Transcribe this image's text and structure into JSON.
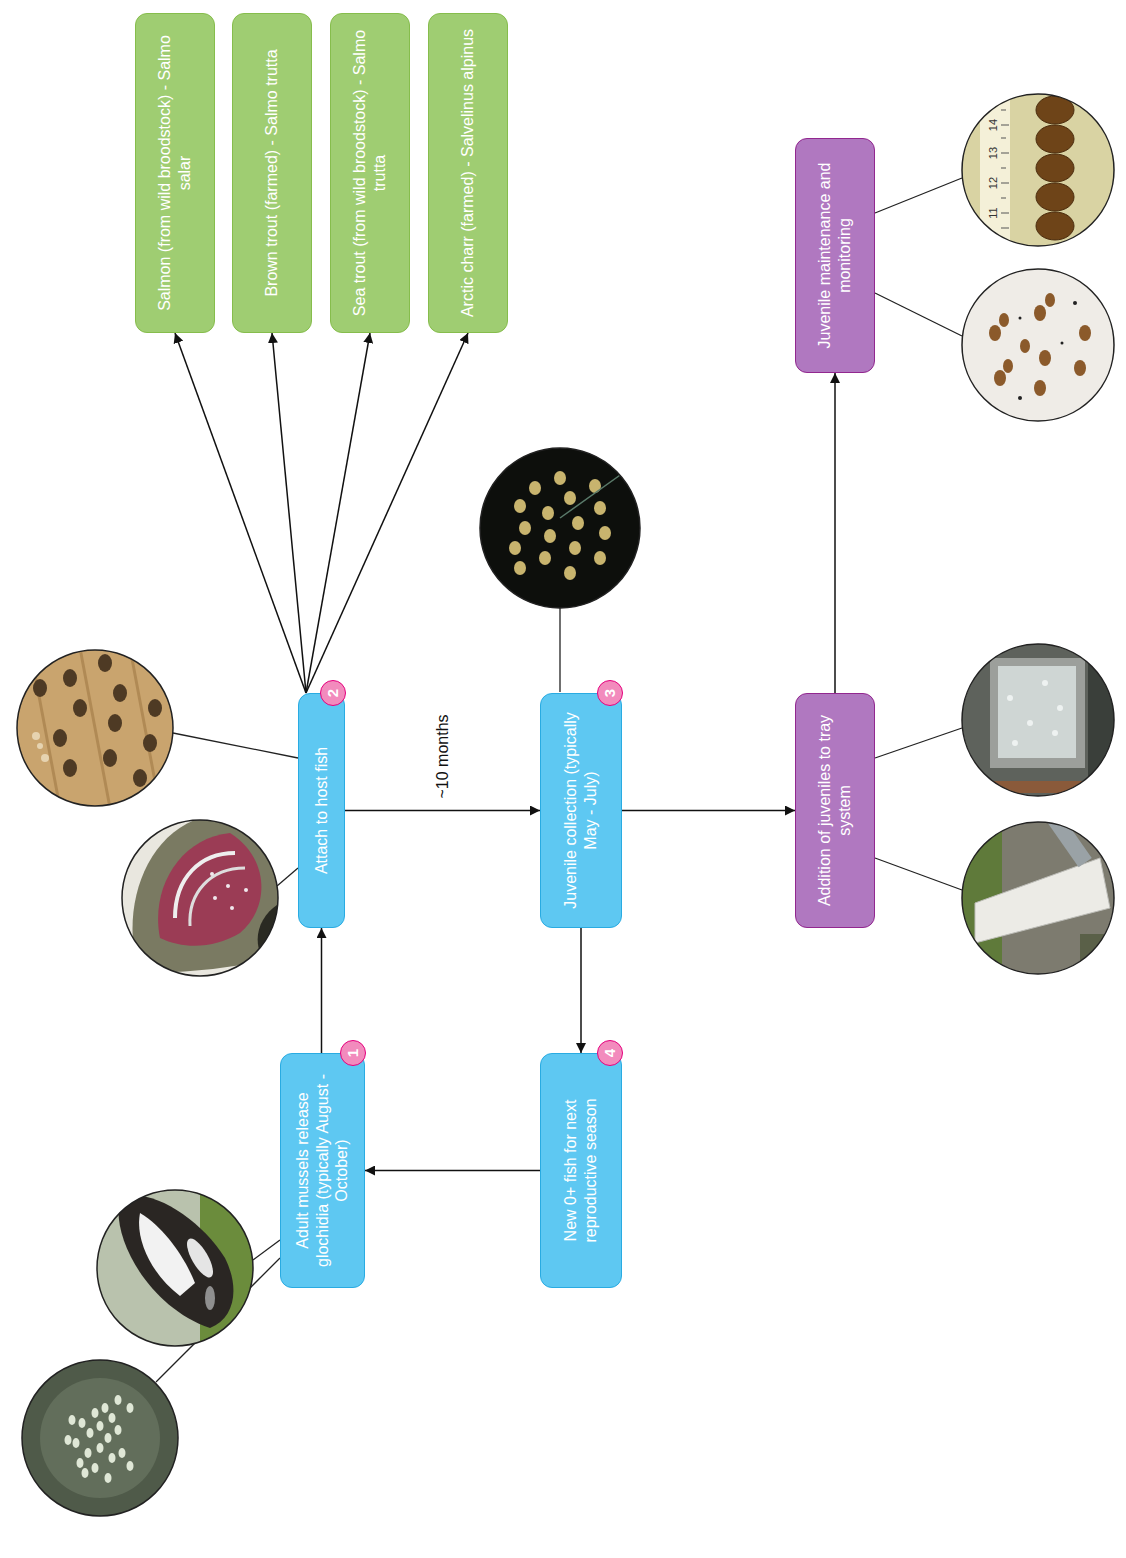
{
  "diagram": {
    "nodes": [
      {
        "text": [
          "Adult mussels release glochidia (typically August - October)"
        ]
      },
      {
        "text": [
          "Attach to host fish"
        ]
      },
      {
        "text": [
          "Salmon (from wild broodstock) - Salmo salar"
        ]
      },
      {
        "text": [
          "Brown trout (farmed) - Salmo trutta"
        ]
      },
      {
        "text": [
          "Sea trout (from wild broodstock) - Salmo trutta"
        ]
      },
      {
        "text": [
          "Arctic charr (farmed) - Salvelinus alpinus"
        ]
      },
      {
        "text": [
          "Juvenile collection (typically May - July)"
        ]
      },
      {
        "text": [
          "New 0+ fish for next reproductive season"
        ]
      },
      {
        "text": [
          "Addition of juveniles to tray system"
        ]
      },
      {
        "text": [
          "Juvenile maintenance and monitoring"
        ]
      }
    ],
    "edges": [
      {
        "from": 0,
        "to": 1,
        "arrow": "to"
      },
      {
        "from": 1,
        "to": 2,
        "arrow": "to"
      },
      {
        "from": 1,
        "to": 3,
        "arrow": "to"
      },
      {
        "from": 1,
        "to": 4,
        "arrow": "to"
      },
      {
        "from": 1,
        "to": 5,
        "arrow": "to"
      },
      {
        "from": 1,
        "to": 6,
        "label": "~10 months",
        "arrow": "to"
      },
      {
        "from": 6,
        "to": 7,
        "arrow": "to"
      },
      {
        "from": 7,
        "to": 0,
        "arrow": "to"
      },
      {
        "from": 6,
        "to": 8,
        "arrow": "to"
      },
      {
        "from": 8,
        "to": 9,
        "arrow": "to"
      }
    ],
    "labels": [
      "1",
      "2",
      "3",
      "4",
      "11",
      "12",
      "13",
      "14"
    ]
  }
}
